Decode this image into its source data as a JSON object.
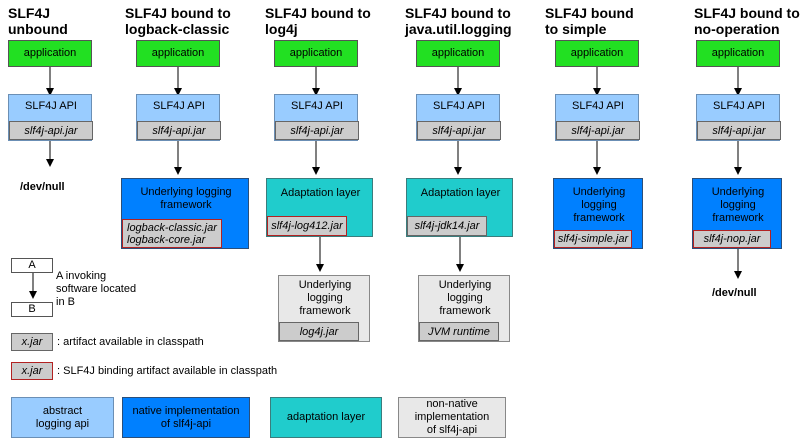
{
  "columns": [
    {
      "title": "SLF4J\nunbound",
      "application": "application",
      "api": "SLF4J API",
      "api_jar": "slf4j-api.jar",
      "bottom": "/dev/null"
    },
    {
      "title": "SLF4J bound to\nlogback-classic",
      "application": "application",
      "api": "SLF4J API",
      "api_jar": "slf4j-api.jar",
      "framework": "Underlying logging\nframework",
      "framework_jar": "logback-classic.jar\nlogback-core.jar"
    },
    {
      "title": "SLF4J bound to\nlog4j",
      "application": "application",
      "api": "SLF4J API",
      "api_jar": "slf4j-api.jar",
      "adaptation": "Adaptation layer",
      "adaptation_jar": "slf4j-log412.jar",
      "framework": "Underlying\nlogging\nframework",
      "framework_jar": "log4j.jar"
    },
    {
      "title": "SLF4J bound to\njava.util.logging",
      "application": "application",
      "api": "SLF4J API",
      "api_jar": "slf4j-api.jar",
      "adaptation": "Adaptation layer",
      "adaptation_jar": "slf4j-jdk14.jar",
      "framework": "Underlying\nlogging\nframework",
      "framework_jar": "JVM runtime"
    },
    {
      "title": "SLF4J bound\nto simple",
      "application": "application",
      "api": "SLF4J API",
      "api_jar": "slf4j-api.jar",
      "framework": "Underlying\nlogging\nframework",
      "framework_jar": "slf4j-simple.jar"
    },
    {
      "title": "SLF4J bound to\nno-operation",
      "application": "application",
      "api": "SLF4J API",
      "api_jar": "slf4j-api.jar",
      "framework": "Underlying\nlogging\nframework",
      "framework_jar": "slf4j-nop.jar",
      "bottom": "/dev/null"
    }
  ],
  "legend": {
    "box_a": "A",
    "box_b": "B",
    "invoking_text": "A invoking\nsoftware located\nin B",
    "jar_sample": "x.jar",
    "jar_desc": ": artifact available in classpath",
    "binding_sample": "x.jar",
    "binding_desc": ": SLF4J binding artifact available in classpath",
    "categories": [
      {
        "label": "abstract\nlogging api",
        "color": "#99ccff"
      },
      {
        "label": "native implementation\nof slf4j-api",
        "color": "#0080ff"
      },
      {
        "label": "adaptation layer",
        "color": "#20cccc"
      },
      {
        "label": "non-native\nimplementation\nof slf4j-api",
        "color": "#e8e8e8"
      }
    ]
  },
  "colors": {
    "application": "#22e022",
    "api": "#99ccff",
    "native": "#0080ff",
    "adaptation": "#20cccc",
    "nonnative": "#e8e8e8",
    "jar": "#cccccc",
    "binding_border": "#b22222"
  }
}
